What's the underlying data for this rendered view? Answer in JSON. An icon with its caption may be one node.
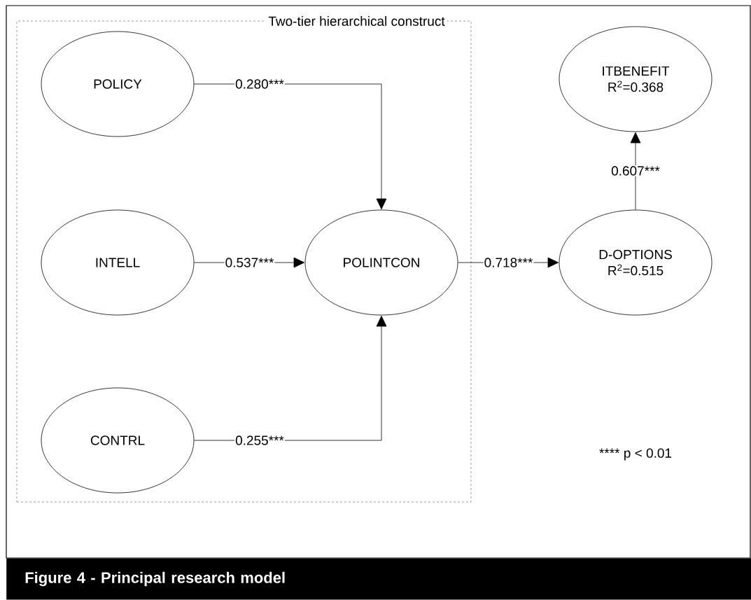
{
  "diagram": {
    "caption": "Figure 4 - Principal research model",
    "nodes": [
      {
        "text": [
          "Two-tier hierarchical construct"
        ]
      },
      {
        "text": [
          "POLICY"
        ],
        "in": 0
      },
      {
        "text": [
          "INTELL"
        ],
        "in": 0
      },
      {
        "text": [
          "POLINTCON"
        ],
        "in": 0
      },
      {
        "text": [
          "CONTRL"
        ],
        "in": 0
      },
      {
        "text": [
          "ITBENEFIT",
          "R$^{2}$=0.368"
        ]
      },
      {
        "text": [
          "D-OPTIONS",
          "R$^{2}$=0.515"
        ]
      }
    ],
    "edges": [
      {
        "from": 1,
        "to": 3,
        "arrow": "to",
        "label": "0.280***"
      },
      {
        "from": 2,
        "to": 3,
        "arrow": "to",
        "label": "0.537***"
      },
      {
        "from": 4,
        "to": 3,
        "arrow": "to",
        "label": "0.255***"
      },
      {
        "from": 3,
        "to": 6,
        "arrow": "to",
        "label": "0.718***"
      },
      {
        "from": 6,
        "to": 5,
        "arrow": "to",
        "label": "0.607***"
      }
    ],
    "labels": [
      "**** p < 0.01"
    ]
  }
}
